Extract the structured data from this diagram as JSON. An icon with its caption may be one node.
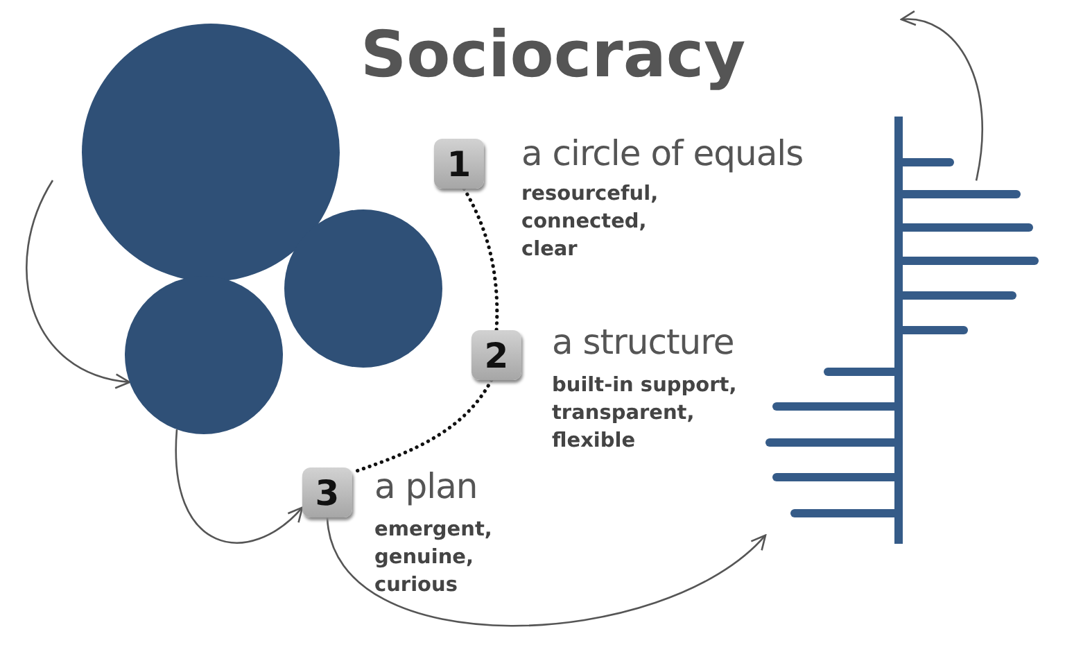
{
  "diagram": {
    "title": "Sociocracy",
    "nodes": [
      {
        "text": [],
        "shape": "circle"
      },
      {
        "text": [],
        "shape": "circle"
      },
      {
        "text": [],
        "shape": "circle"
      },
      {
        "text": [
          "1"
        ],
        "beside": [
          "a circle of equals",
          "resourceful, connected, clear"
        ]
      },
      {
        "text": [
          "2"
        ],
        "beside": [
          "a structure",
          "built-in support, transparent, flexible"
        ]
      },
      {
        "text": [
          "3"
        ],
        "beside": [
          "a plan",
          "emergent, genuine, curious"
        ]
      },
      {
        "text": [],
        "shape": "picture"
      }
    ],
    "edges": [
      {
        "from": 3,
        "to": 4,
        "arrow": "none",
        "style": "dashed"
      },
      {
        "from": 4,
        "to": 5,
        "arrow": "none",
        "style": "dashed"
      },
      {
        "from": null,
        "to": 2,
        "arrow": "to"
      },
      {
        "from": 2,
        "to": 5,
        "arrow": "to"
      },
      {
        "from": 5,
        "to": 6,
        "arrow": "to"
      },
      {
        "from": 6,
        "to": null,
        "arrow": "to"
      }
    ]
  }
}
